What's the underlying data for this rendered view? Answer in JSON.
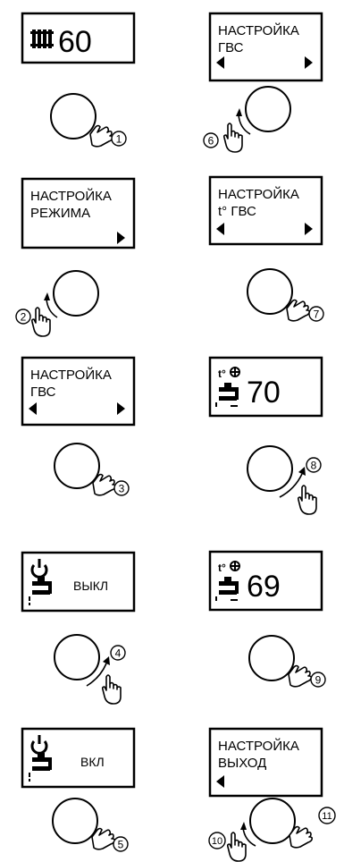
{
  "steps": {
    "s1": {
      "value": "60",
      "icon": "radiator-icon"
    },
    "s2": {
      "line1": "НАСТРОЙКА",
      "line2": "РЕЖИМА",
      "arrows": "right"
    },
    "s3": {
      "line1": "НАСТРОЙКА",
      "line2": "ГВС",
      "arrows": "both"
    },
    "s4": {
      "label": "ВЫКЛ",
      "icon": "power-tap-icon"
    },
    "s5": {
      "label": "ВКЛ",
      "icon": "power-tap-icon"
    },
    "s6": {
      "line1": "НАСТРОЙКА",
      "line2": "ГВС",
      "arrows": "both"
    },
    "s7": {
      "line1": "НАСТРОЙКА",
      "line2": "t° ГВС",
      "arrows": "both"
    },
    "s8": {
      "value": "70",
      "icon": "tap-temperature-icon"
    },
    "s9": {
      "value": "69",
      "icon": "tap-temperature-icon"
    },
    "s10": {
      "line1": "НАСТРОЙКА",
      "line2": "ВЫХОД",
      "arrows": "left"
    }
  },
  "markers": {
    "m1": "1",
    "m2": "2",
    "m3": "3",
    "m4": "4",
    "m5": "5",
    "m6": "6",
    "m7": "7",
    "m8": "8",
    "m9": "9",
    "m10": "10",
    "m11": "11"
  },
  "colors": {
    "ink": "#000000",
    "background": "#ffffff"
  }
}
